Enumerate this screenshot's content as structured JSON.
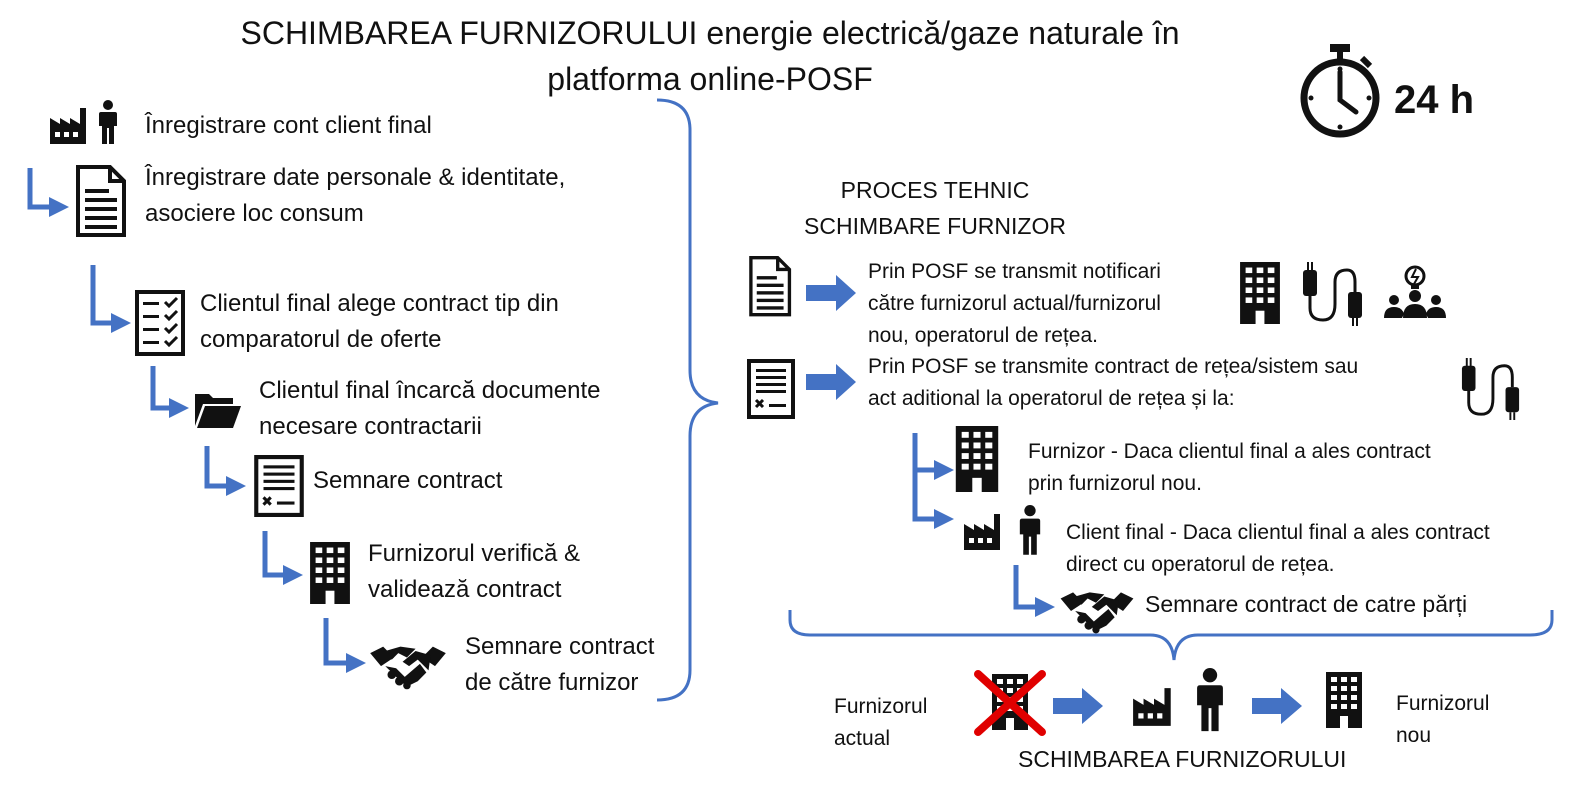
{
  "title": {
    "line1": "SCHIMBAREA FURNIZORULUI energie electrică/gaze naturale în",
    "line2": "platforma online-POSF"
  },
  "timer": {
    "label": "24 h",
    "icon": "stopwatch-icon"
  },
  "left_steps": [
    {
      "icon": "factory-person-icon",
      "line1": "Înregistrare cont client final",
      "line2": ""
    },
    {
      "icon": "document-icon",
      "line1": "Înregistrare date personale & identitate,",
      "line2": "asociere loc consum"
    },
    {
      "icon": "checklist-icon",
      "line1": "Clientul final alege contract tip din",
      "line2": "comparatorul de oferte"
    },
    {
      "icon": "folder-icon",
      "line1": "Clientul final încarcă documente",
      "line2": "necesare contractarii"
    },
    {
      "icon": "contract-icon",
      "line1": "Semnare contract",
      "line2": ""
    },
    {
      "icon": "building-icon",
      "line1": "Furnizorul verifică &",
      "line2": "validează contract"
    },
    {
      "icon": "handshake-icon",
      "line1": "Semnare contract",
      "line2": "de către furnizor"
    }
  ],
  "process": {
    "header_line1": "PROCES TEHNIC",
    "header_line2": "SCHIMBARE FURNIZOR",
    "item1": {
      "line1": "Prin POSF se transmit notificari",
      "line2": "către furnizorul actual/furnizorul",
      "line3": "nou, operatorul de rețea."
    },
    "item2": {
      "line1": "Prin POSF se transmite contract de rețea/sistem sau",
      "line2": "act aditional la operatorul de rețea și la:"
    },
    "sub1": {
      "line1": "Furnizor - Daca clientul final a ales contract",
      "line2": "prin furnizorul nou."
    },
    "sub2": {
      "line1": "Client final - Daca clientul final a ales contract",
      "line2": "direct cu operatorul de rețea."
    },
    "sign": "Semnare contract de catre părți"
  },
  "bottom": {
    "current_line1": "Furnizorul",
    "current_line2": "actual",
    "new_line1": "Furnizorul",
    "new_line2": "nou",
    "label": "SCHIMBAREA FURNIZORULUI"
  },
  "colors": {
    "arrow_blue": "#4472C4",
    "bracket_blue": "#4472C4",
    "cross_red": "#E00000",
    "icon_black": "#111111"
  }
}
